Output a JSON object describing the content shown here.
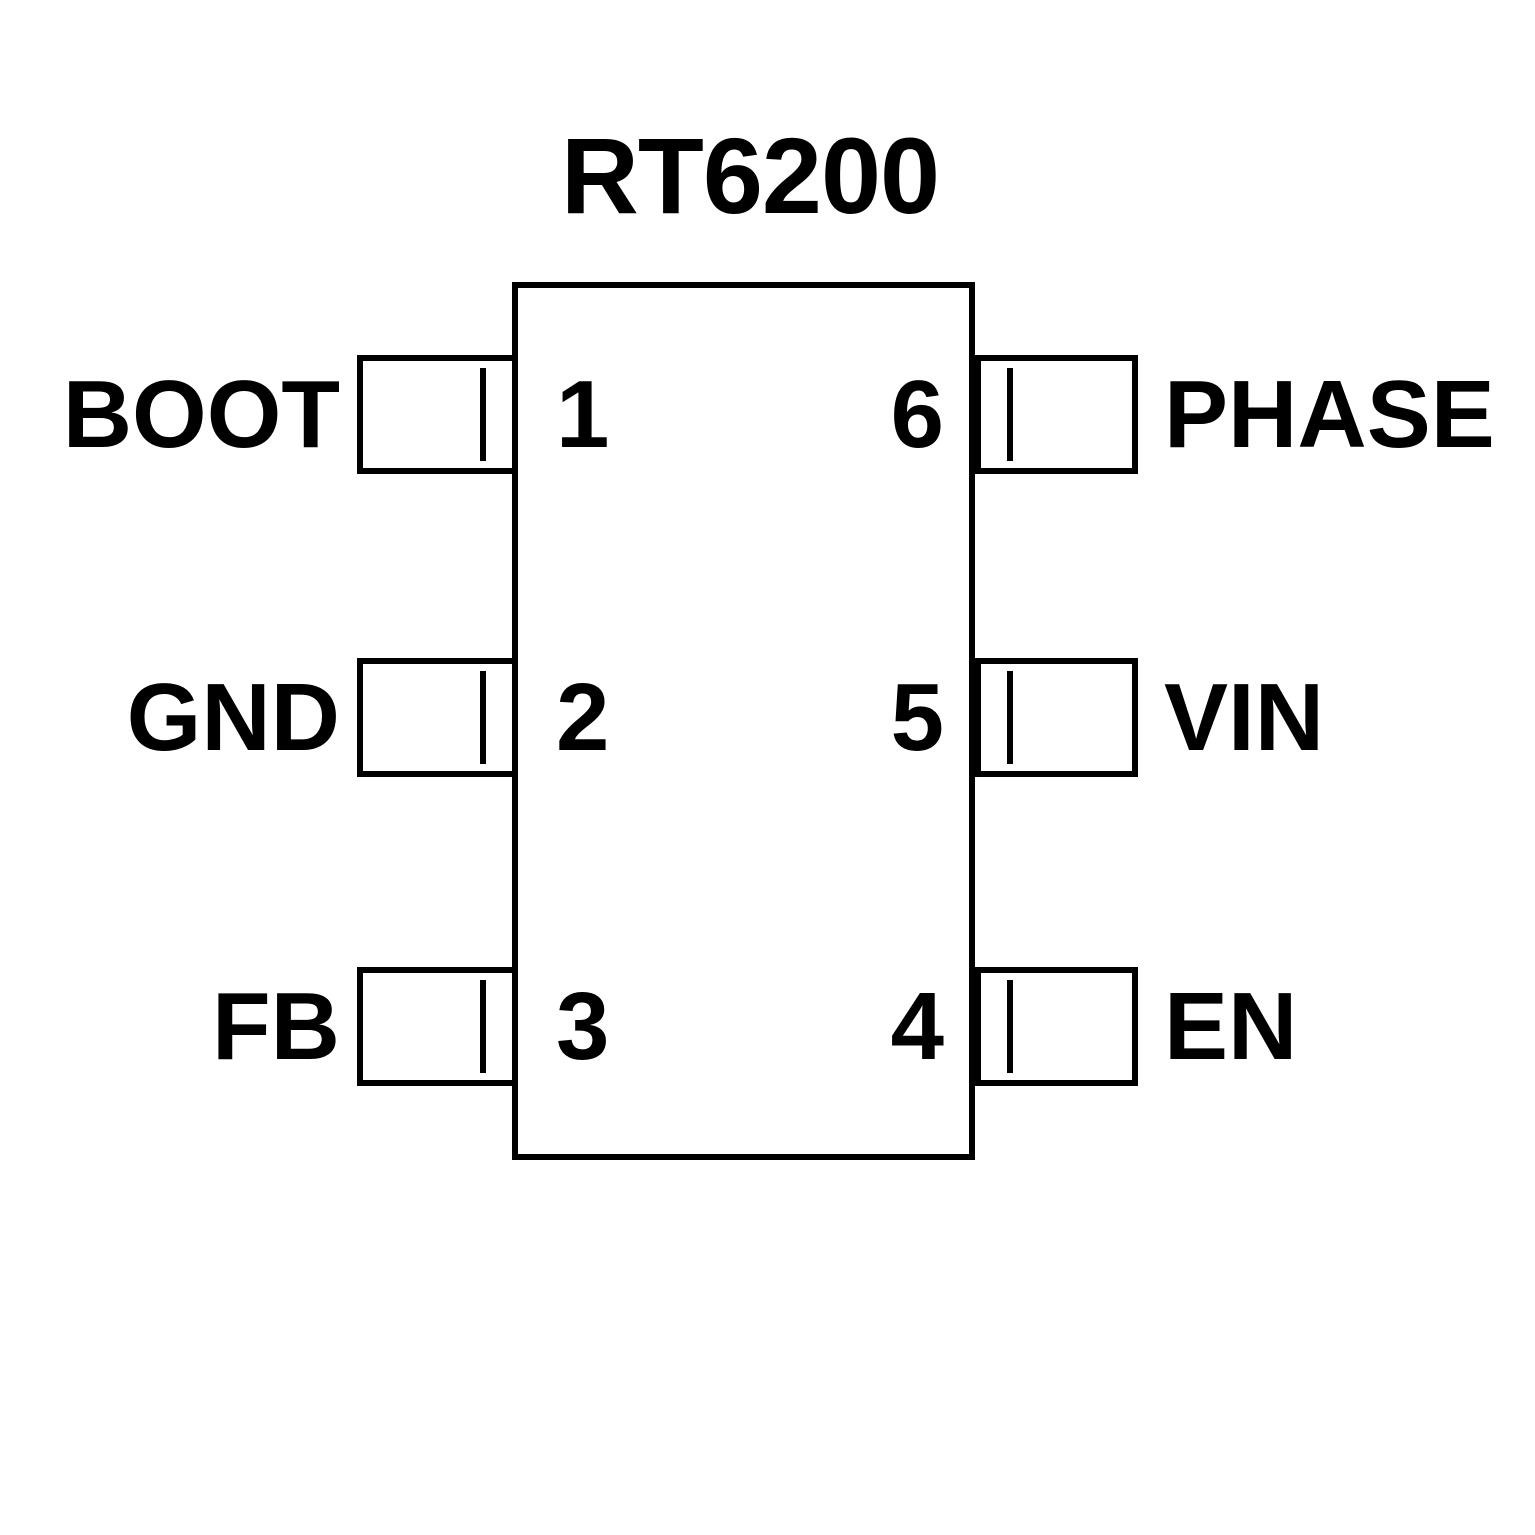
{
  "diagram": {
    "kind": "ic-pinout",
    "title": "RT6200",
    "package_pin_count": 6,
    "colors": {
      "outline": "#000000",
      "fill": "#ffffff",
      "text": "#000000",
      "background": "#ffffff"
    },
    "body": {
      "label": "IC body outline"
    },
    "pins": [
      {
        "number": "1",
        "name": "BOOT",
        "side": "left",
        "row": 1
      },
      {
        "number": "2",
        "name": "GND",
        "side": "left",
        "row": 2
      },
      {
        "number": "3",
        "name": "FB",
        "side": "left",
        "row": 3
      },
      {
        "number": "4",
        "name": "EN",
        "side": "right",
        "row": 3
      },
      {
        "number": "5",
        "name": "VIN",
        "side": "right",
        "row": 2
      },
      {
        "number": "6",
        "name": "PHASE",
        "side": "right",
        "row": 1
      }
    ]
  }
}
